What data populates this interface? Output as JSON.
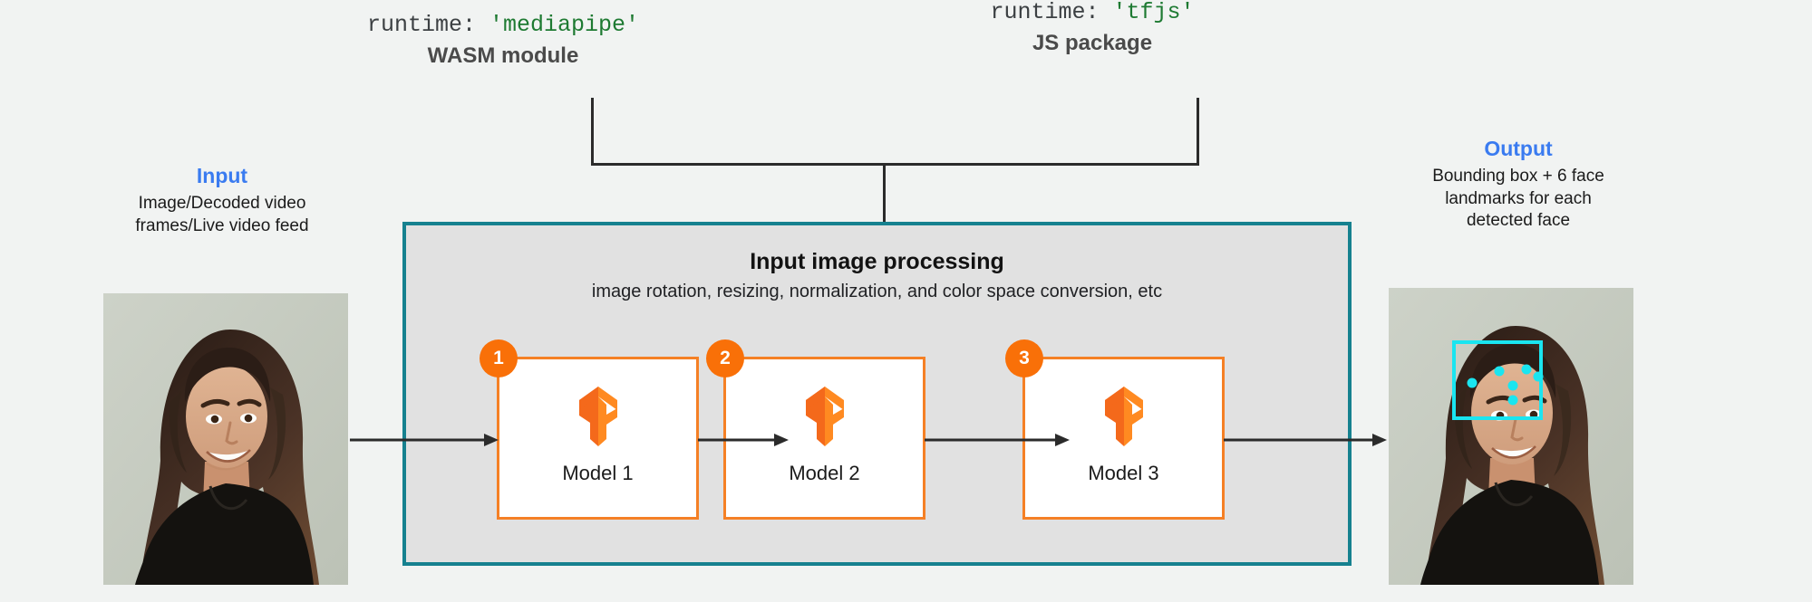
{
  "page": {
    "background_color": "#f1f3f2",
    "accent_blue": "#3a7bf0",
    "accent_orange": "#f58025",
    "accent_teal": "#16818f",
    "code_string_green": "#1e7a32",
    "overlay_cyan": "#1ae5f0"
  },
  "runtimes": [
    {
      "code_prefix": "runtime: ",
      "code_value": "'mediapipe'",
      "kind": "WASM module"
    },
    {
      "code_prefix": "runtime: ",
      "code_value": "'tfjs'",
      "kind": "JS package"
    }
  ],
  "input": {
    "title": "Input",
    "desc_line1": "Image/Decoded video",
    "desc_line2": "frames/Live video feed",
    "photo_alt": "photo-of-smiling-woman"
  },
  "output": {
    "title": "Output",
    "desc_line1": "Bounding box + 6 face",
    "desc_line2": "landmarks for each",
    "desc_line3": "detected face",
    "photo_alt": "photo-of-smiling-woman-with-face-detection-overlay",
    "landmark_count": 6
  },
  "processing": {
    "title": "Input image processing",
    "subtitle": "image rotation, resizing, normalization, and color space conversion, etc"
  },
  "models": [
    {
      "badge": "1",
      "label": "Model 1",
      "logo": "tensorflow-logo"
    },
    {
      "badge": "2",
      "label": "Model 2",
      "logo": "tensorflow-logo"
    },
    {
      "badge": "3",
      "label": "Model 3",
      "logo": "tensorflow-logo"
    }
  ]
}
